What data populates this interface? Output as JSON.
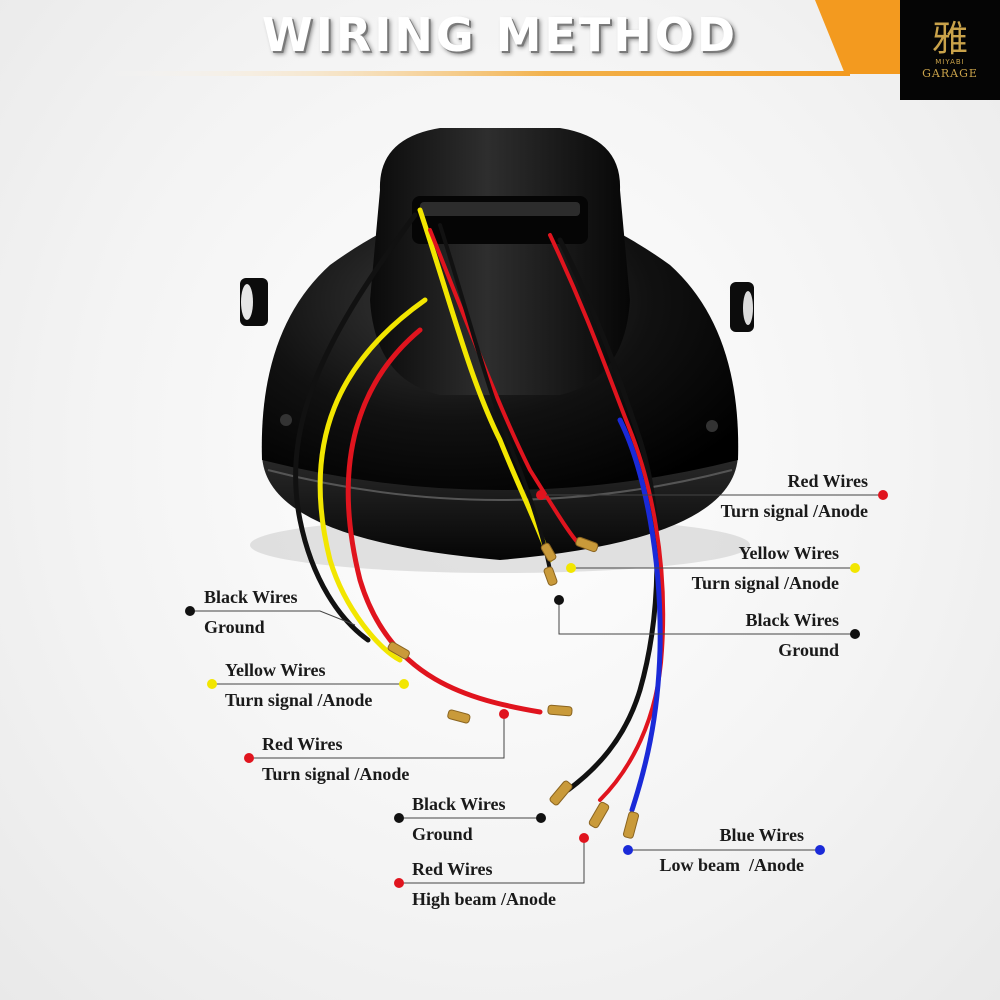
{
  "title": "WIRING METHOD",
  "logo": {
    "glyph": "雅",
    "small_text": "MIYABI",
    "text": "GARAGE"
  },
  "colors": {
    "red": "#e0141e",
    "yellow": "#f2e600",
    "black": "#111111",
    "blue": "#1a2ad8",
    "banner_orange": "#f39a1f"
  },
  "labels": [
    {
      "wire": "Red Wires",
      "function": "Turn signal /Anode"
    },
    {
      "wire": "Yellow Wires",
      "function": "Turn signal /Anode"
    },
    {
      "wire": "Black Wires",
      "function": "Ground"
    },
    {
      "wire": "Black Wires",
      "function": "Ground"
    },
    {
      "wire": "Yellow Wires",
      "function": "Turn signal /Anode"
    },
    {
      "wire": "Red Wires",
      "function": "Turn signal /Anode"
    },
    {
      "wire": "Black Wires",
      "function": "Ground"
    },
    {
      "wire": "Blue Wires",
      "function": "Low beam  /Anode"
    },
    {
      "wire": "Red Wires",
      "function": "High beam /Anode"
    }
  ]
}
